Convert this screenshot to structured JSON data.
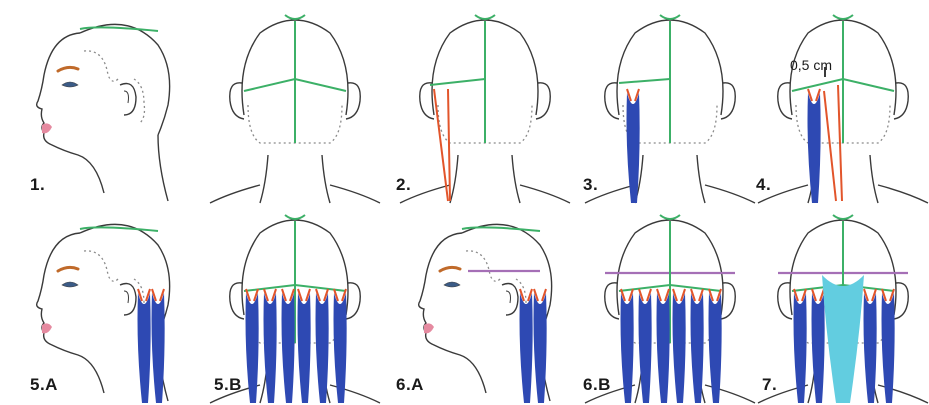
{
  "colors": {
    "outline": "#3a3a3a",
    "dotted": "#8a8a8a",
    "section_green": "#3cb067",
    "parting_red": "#e2552b",
    "hair_blue": "#2e49b3",
    "hair_cyan": "#62cde0",
    "guide_purple": "#a56fb6",
    "eyebrow": "#c06a2a",
    "eye": "#3b5b86",
    "lips": "#e58aa0"
  },
  "panels": [
    {
      "label": "1.",
      "view": "side",
      "content": [
        "top-section-line"
      ]
    },
    {
      "label": "",
      "view": "back",
      "content": [
        "cross-sections"
      ]
    },
    {
      "label": "2.",
      "view": "back",
      "content": [
        "top-line",
        "first-red-partings"
      ]
    },
    {
      "label": "3.",
      "view": "back",
      "content": [
        "top-line",
        "first-strand"
      ]
    },
    {
      "label": "4.",
      "view": "back",
      "note": "0,5 cm",
      "content": [
        "cross-sections",
        "next-parting"
      ]
    },
    {
      "label": "5.A",
      "view": "side",
      "content": [
        "top-section-line",
        "side-strands"
      ]
    },
    {
      "label": "5.B",
      "view": "back",
      "content": [
        "top-line",
        "all-strands"
      ]
    },
    {
      "label": "6.A",
      "view": "side",
      "content": [
        "top-section-line",
        "guide-line",
        "side-strands"
      ]
    },
    {
      "label": "6.B",
      "view": "back",
      "content": [
        "top-line",
        "guide-line",
        "all-strands"
      ]
    },
    {
      "label": "7.",
      "view": "back",
      "content": [
        "top-line",
        "guide-line",
        "all-strands",
        "center-cyan-strand"
      ]
    }
  ]
}
